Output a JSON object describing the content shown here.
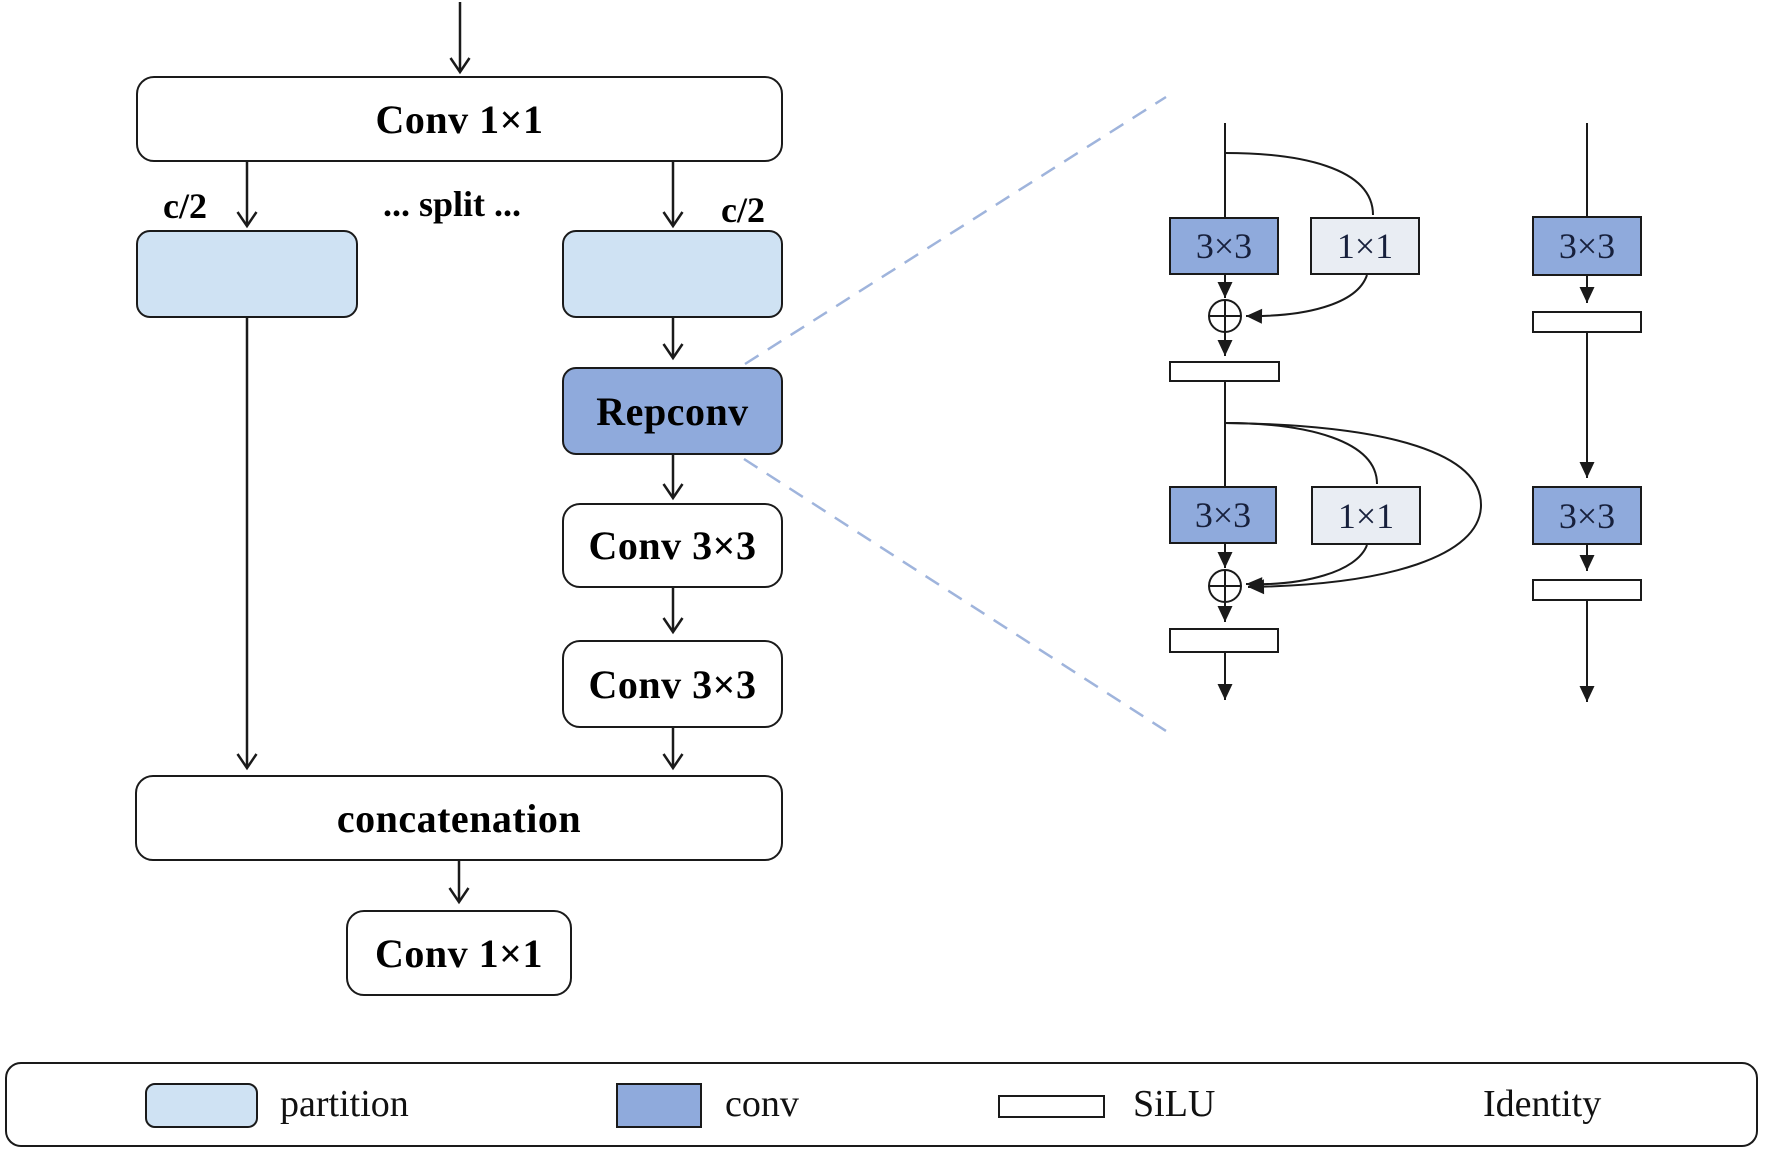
{
  "colors": {
    "background": "#ffffff",
    "stroke": "#1a1a1a",
    "partition": "#cfe2f3",
    "conv": "#8faadc",
    "one_by_one": "#e9edf3",
    "silu": "#ffffff",
    "dashed": "#9fb4dc"
  },
  "flowchart": {
    "conv1x1_top": "Conv 1×1",
    "split_left_label": "c/2",
    "split_center_label": "... split ...",
    "split_right_label": "c/2",
    "repconv": "Repconv",
    "conv3x3_first": "Conv 3×3",
    "conv3x3_second": "Conv 3×3",
    "concatenation": "concatenation",
    "conv1x1_bottom": "Conv 1×1"
  },
  "detail": {
    "train_unit1": {
      "conv3x3": "3×3",
      "conv1x1": "1×1"
    },
    "train_unit2": {
      "conv3x3": "3×3",
      "conv1x1": "1×1"
    },
    "deploy_unit1": {
      "conv3x3": "3×3"
    },
    "deploy_unit2": {
      "conv3x3": "3×3"
    }
  },
  "legend": {
    "items": [
      {
        "label": "partition"
      },
      {
        "label": "conv"
      },
      {
        "label": "SiLU"
      },
      {
        "label": "Identity"
      }
    ]
  }
}
